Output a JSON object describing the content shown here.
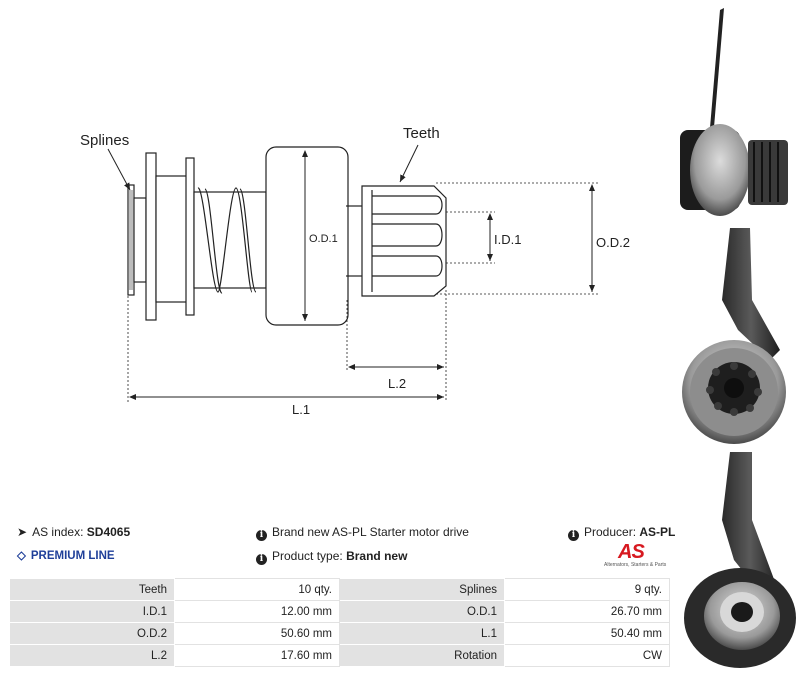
{
  "diagram": {
    "labels": {
      "splines": "Splines",
      "teeth": "Teeth",
      "od1": "O.D.1",
      "id1": "I.D.1",
      "od2": "O.D.2",
      "l2": "L.2",
      "l1": "L.1"
    }
  },
  "info": {
    "as_index_label": "AS index:",
    "as_index_value": "SD4065",
    "description": "Brand new AS-PL Starter motor drive",
    "producer_label": "Producer:",
    "producer_value": "AS-PL",
    "premium": "PREMIUM LINE",
    "type_label": "Product type:",
    "type_value": "Brand new"
  },
  "logo": {
    "mark": "AS",
    "tagline": "Alternators, Starters & Parts"
  },
  "specs": [
    {
      "l1": "Teeth",
      "v1": "10 qty.",
      "l2": "Splines",
      "v2": "9 qty."
    },
    {
      "l1": "I.D.1",
      "v1": "12.00 mm",
      "l2": "O.D.1",
      "v2": "26.70 mm"
    },
    {
      "l1": "O.D.2",
      "v1": "50.60 mm",
      "l2": "L.1",
      "v2": "50.40 mm"
    },
    {
      "l1": "L.2",
      "v1": "17.60 mm",
      "l2": "Rotation",
      "v2": "CW"
    }
  ],
  "colors": {
    "premium": "#1f3f99",
    "logo_red": "#d71920",
    "label_cell": "#e2e2e2"
  }
}
